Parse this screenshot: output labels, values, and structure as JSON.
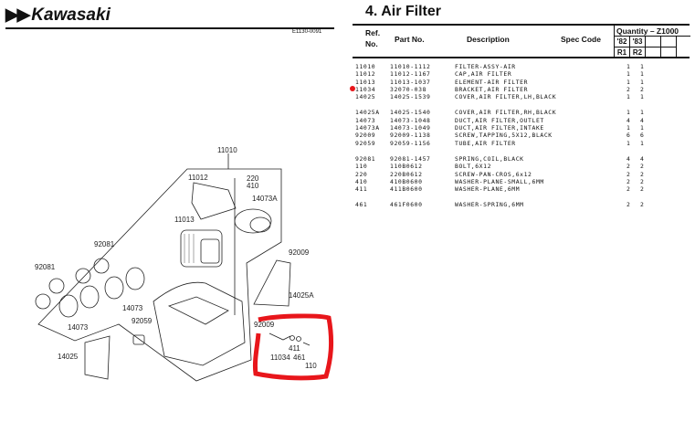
{
  "header": {
    "brand": "Kawasaki",
    "drawing_code": "E1130-0091"
  },
  "section": {
    "title": "4.  Air Filter"
  },
  "table_header": {
    "ref": "Ref.",
    "no": "No.",
    "part_no": "Part  No.",
    "description": "Description",
    "spec_code": "Spec Code",
    "quantity": "Quantity – Z1000",
    "years": [
      "'82",
      "'83"
    ],
    "models": [
      "R1",
      "R2"
    ]
  },
  "highlight_color": "#e8161b",
  "parts": [
    {
      "ref": "11010",
      "part": "11010-1112",
      "desc": "FILTER-ASSY-AIR",
      "q1": "1",
      "q2": "1"
    },
    {
      "ref": "11012",
      "part": "11012-1167",
      "desc": "CAP,AIR FILTER",
      "q1": "1",
      "q2": "1"
    },
    {
      "ref": "11013",
      "part": "11013-1037",
      "desc": "ELEMENT-AIR FILTER",
      "q1": "1",
      "q2": "1"
    },
    {
      "ref": "11034",
      "part": "32070-038",
      "desc": "BRACKET,AIR FILTER",
      "q1": "2",
      "q2": "2",
      "marked": true
    },
    {
      "ref": "14025",
      "part": "14025-1539",
      "desc": "COVER,AIR FILTER,LH,BLACK",
      "q1": "1",
      "q2": "1"
    },
    {
      "ref": "14025A",
      "part": "14025-1540",
      "desc": "COVER,AIR FILTER,RH,BLACK",
      "q1": "1",
      "q2": "1"
    },
    {
      "ref": "14073",
      "part": "14073-1048",
      "desc": "DUCT,AIR FILTER,OUTLET",
      "q1": "4",
      "q2": "4"
    },
    {
      "ref": "14073A",
      "part": "14073-1049",
      "desc": "DUCT,AIR FILTER,INTAKE",
      "q1": "1",
      "q2": "1"
    },
    {
      "ref": "92009",
      "part": "92009-1138",
      "desc": "SCREW,TAPPING,5X12,BLACK",
      "q1": "6",
      "q2": "6"
    },
    {
      "ref": "92059",
      "part": "92059-1156",
      "desc": "TUBE,AIR FILTER",
      "q1": "1",
      "q2": "1"
    },
    {
      "ref": "92081",
      "part": "92081-1457",
      "desc": "SPRING,COIL,BLACK",
      "q1": "4",
      "q2": "4"
    },
    {
      "ref": "110",
      "part": "110B0612",
      "desc": "BOLT,6X12",
      "q1": "2",
      "q2": "2"
    },
    {
      "ref": "220",
      "part": "220B0612",
      "desc": "SCREW-PAN-CROS,6x12",
      "q1": "2",
      "q2": "2"
    },
    {
      "ref": "410",
      "part": "410B0600",
      "desc": "WASHER-PLANE-SMALL,6MM",
      "q1": "2",
      "q2": "2"
    },
    {
      "ref": "411",
      "part": "411B0600",
      "desc": "WASHER-PLANE,6MM",
      "q1": "2",
      "q2": "2"
    },
    {
      "ref": "461",
      "part": "461F0600",
      "desc": "WASHER-SPRING,6MM",
      "q1": "2",
      "q2": "2"
    }
  ],
  "diagram_labels": {
    "l11010": "11010",
    "l11012": "11012",
    "l220": "220",
    "l410": "410",
    "l14073A": "14073A",
    "l11013": "11013",
    "l92081a": "92081",
    "l92081b": "92081",
    "l92009a": "92009",
    "l14025A": "14025A",
    "l14073a": "14073",
    "l92059": "92059",
    "l14073b": "14073",
    "l92009b": "92009",
    "l411": "411",
    "l11034": "11034",
    "l461": "461",
    "l110": "110",
    "l14025": "14025"
  }
}
